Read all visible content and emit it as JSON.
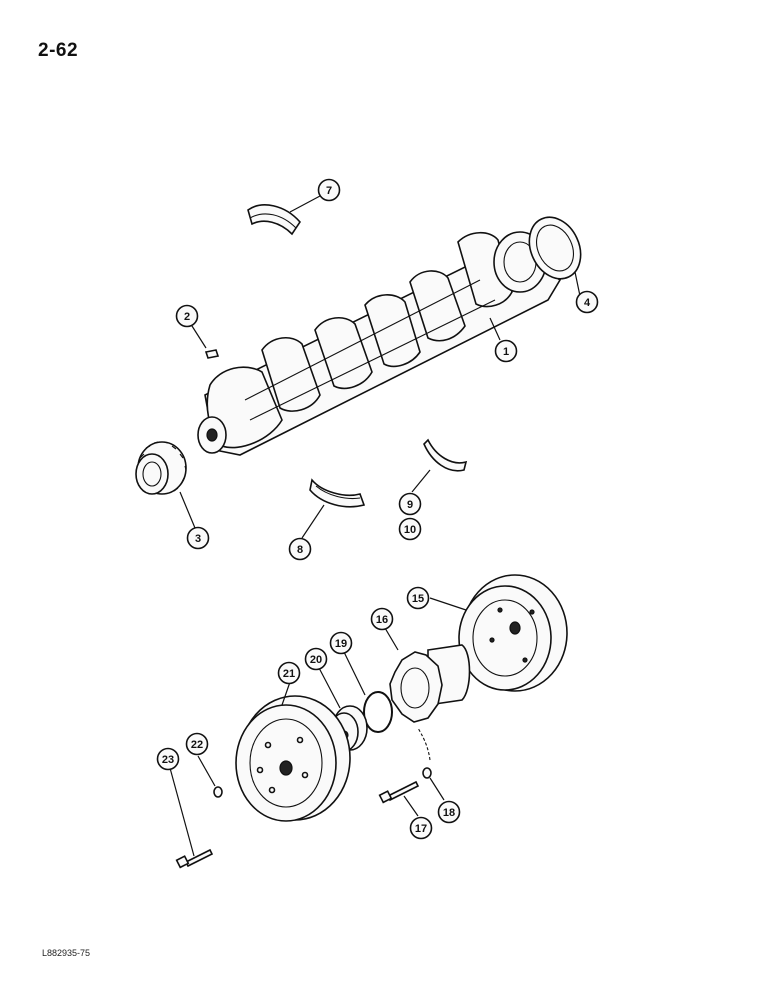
{
  "page": {
    "page_number": "2-62",
    "reference_code": "L882935-75"
  },
  "callouts": [
    {
      "id": "callout-1",
      "label": "1"
    },
    {
      "id": "callout-2",
      "label": "2"
    },
    {
      "id": "callout-3",
      "label": "3"
    },
    {
      "id": "callout-4",
      "label": "4"
    },
    {
      "id": "callout-7",
      "label": "7"
    },
    {
      "id": "callout-8",
      "label": "8"
    },
    {
      "id": "callout-9",
      "label": "9"
    },
    {
      "id": "callout-10",
      "label": "10"
    },
    {
      "id": "callout-15",
      "label": "15"
    },
    {
      "id": "callout-16",
      "label": "16"
    },
    {
      "id": "callout-17",
      "label": "17"
    },
    {
      "id": "callout-18",
      "label": "18"
    },
    {
      "id": "callout-19",
      "label": "19"
    },
    {
      "id": "callout-20",
      "label": "20"
    },
    {
      "id": "callout-21",
      "label": "21"
    },
    {
      "id": "callout-22",
      "label": "22"
    },
    {
      "id": "callout-23",
      "label": "23"
    }
  ]
}
